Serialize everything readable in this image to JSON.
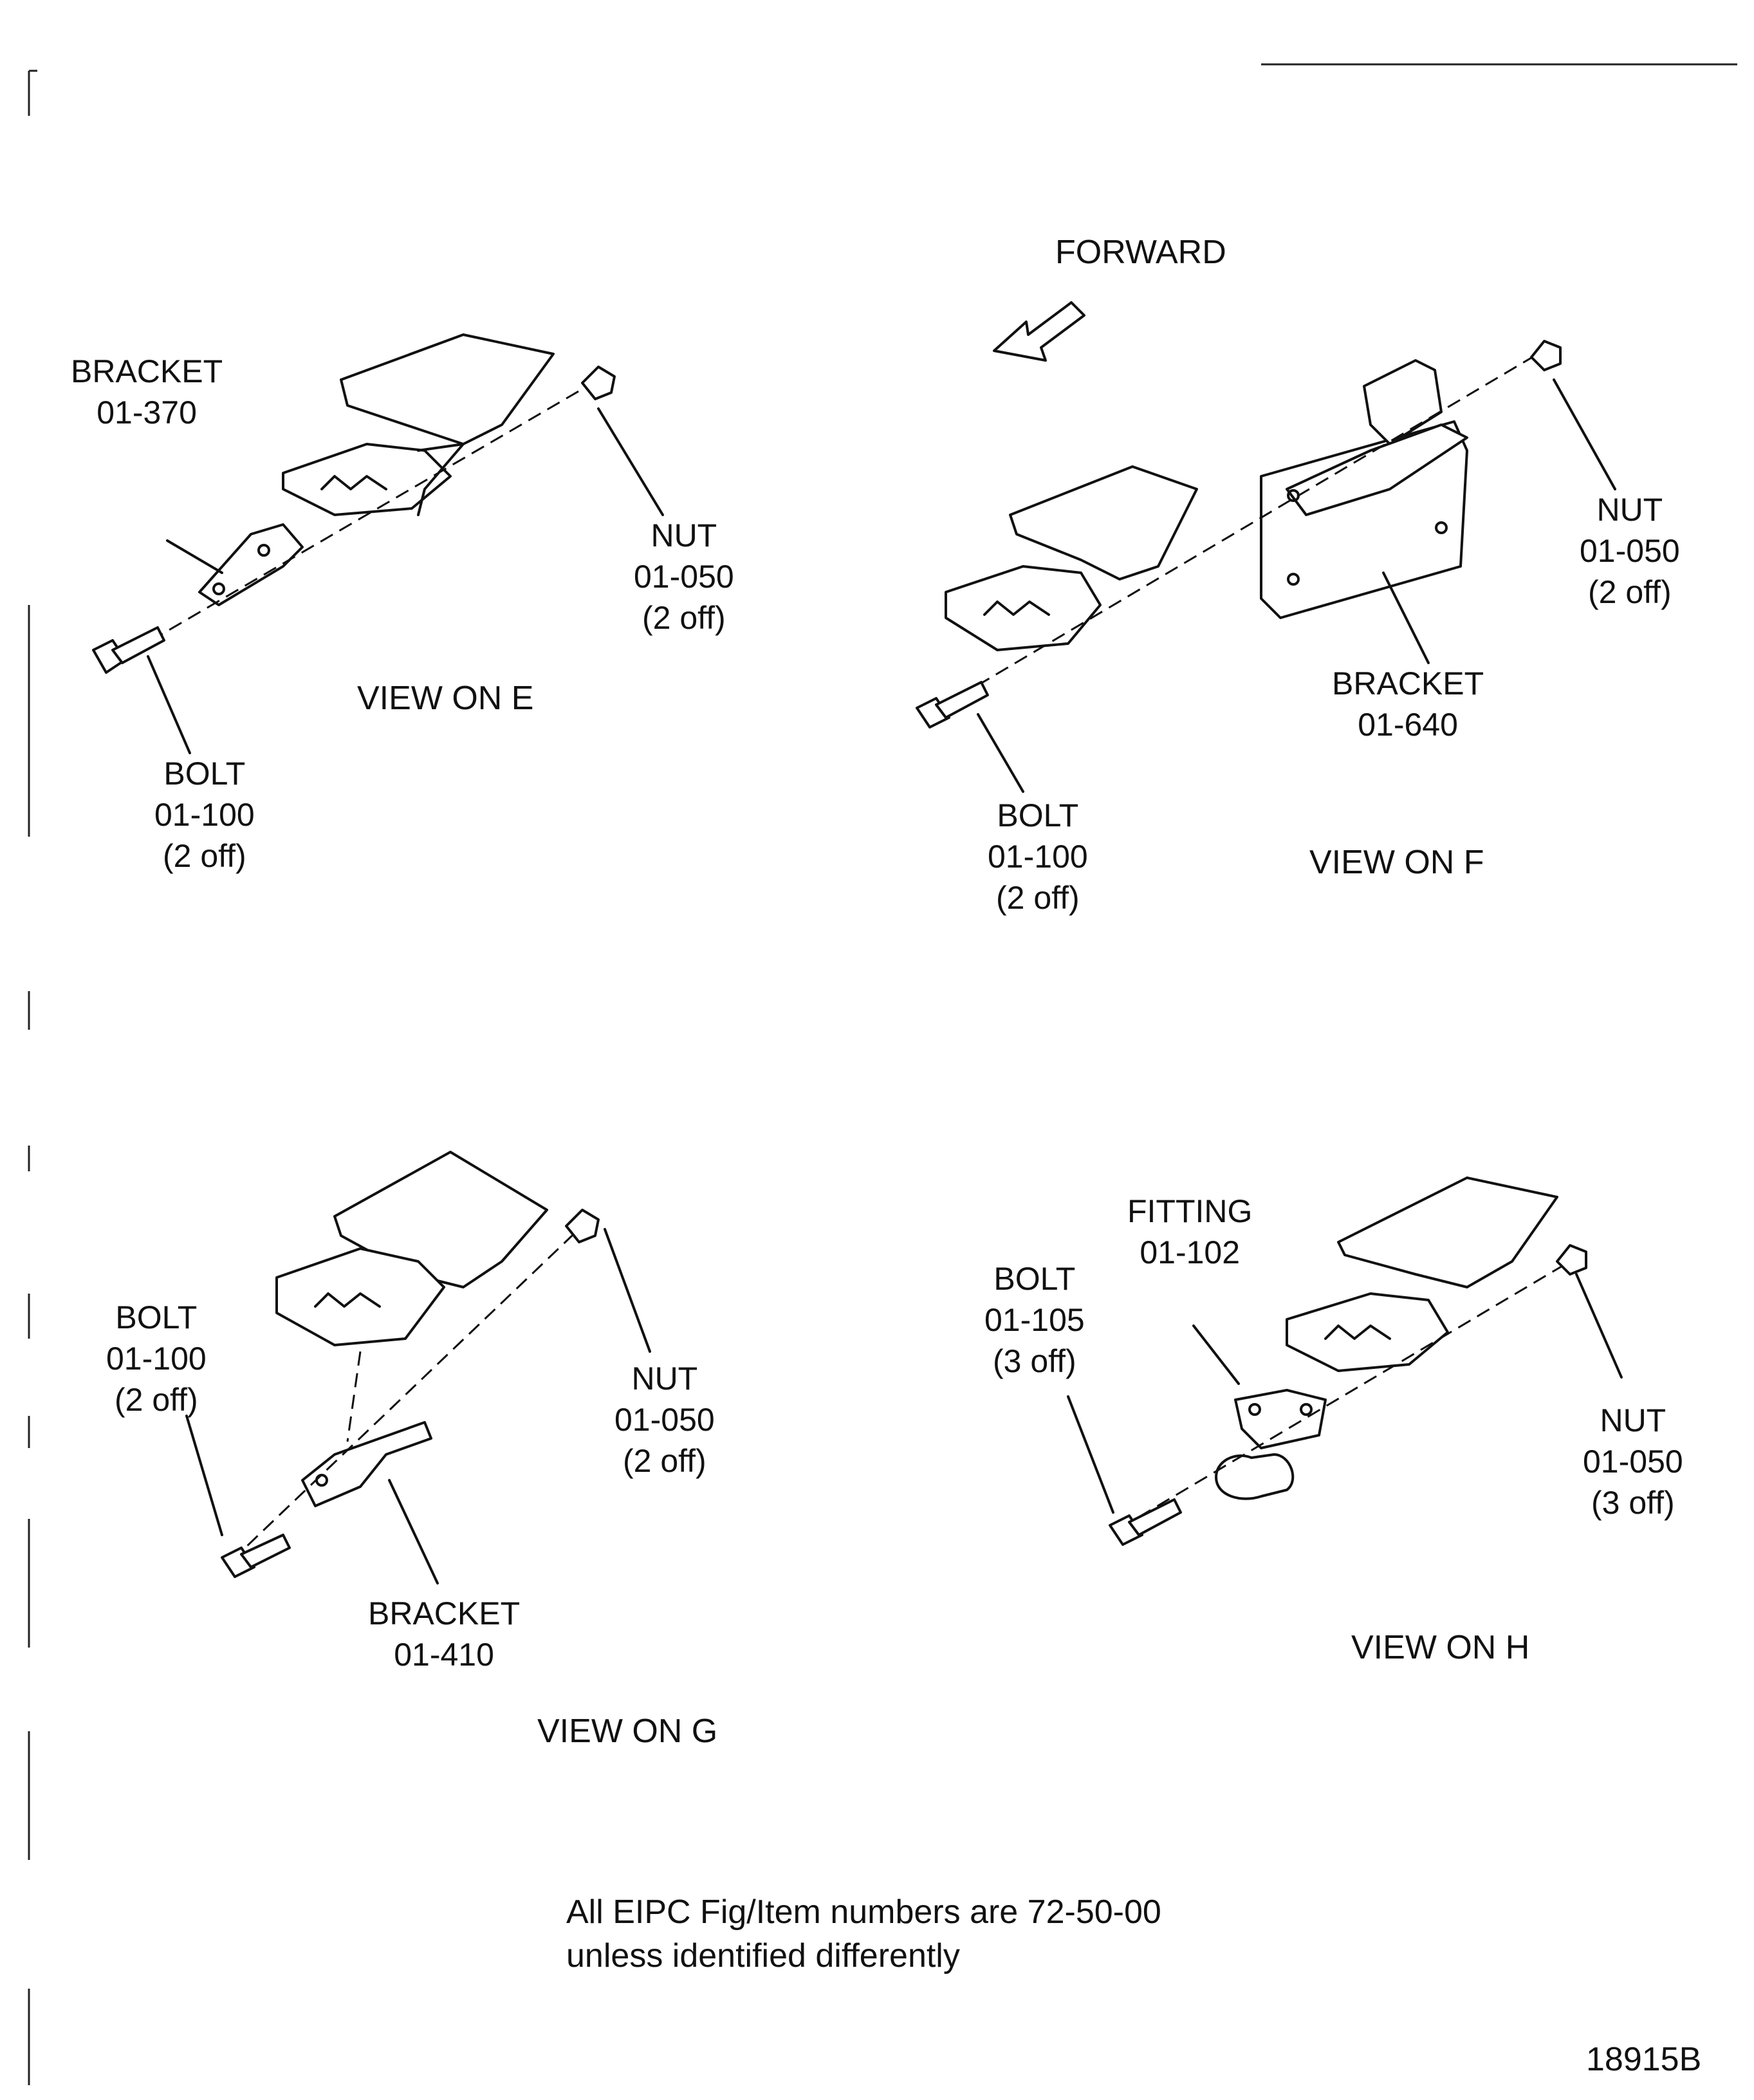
{
  "forward_label": "FORWARD",
  "view_e": {
    "title": "VIEW ON E",
    "bracket": {
      "name": "BRACKET",
      "item": "01-370"
    },
    "nut": {
      "name": "NUT",
      "item": "01-050",
      "qty": "(2 off)"
    },
    "bolt": {
      "name": "BOLT",
      "item": "01-100",
      "qty": "(2 off)"
    }
  },
  "view_f": {
    "title": "VIEW ON F",
    "nut": {
      "name": "NUT",
      "item": "01-050",
      "qty": "(2 off)"
    },
    "bracket": {
      "name": "BRACKET",
      "item": "01-640"
    },
    "bolt": {
      "name": "BOLT",
      "item": "01-100",
      "qty": "(2 off)"
    }
  },
  "view_g": {
    "title": "VIEW ON G",
    "bolt": {
      "name": "BOLT",
      "item": "01-100",
      "qty": "(2 off)"
    },
    "nut": {
      "name": "NUT",
      "item": "01-050",
      "qty": "(2 off)"
    },
    "bracket": {
      "name": "BRACKET",
      "item": "01-410"
    }
  },
  "view_h": {
    "title": "VIEW ON H",
    "fitting": {
      "name": "FITTING",
      "item": "01-102"
    },
    "bolt": {
      "name": "BOLT",
      "item": "01-105",
      "qty": "(3 off)"
    },
    "nut": {
      "name": "NUT",
      "item": "01-050",
      "qty": "(3 off)"
    }
  },
  "note": {
    "line1": "All EIPC Fig/Item numbers are 72-50-00",
    "line2": "unless identified differently"
  },
  "figure_id": "18915B"
}
